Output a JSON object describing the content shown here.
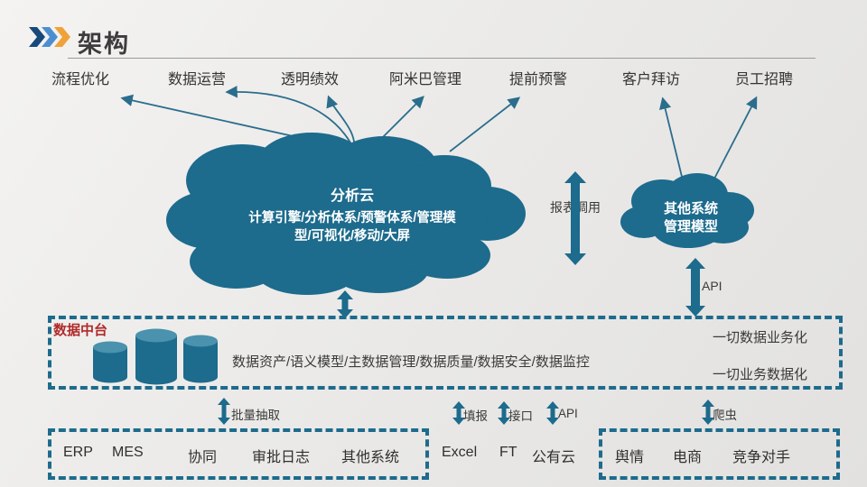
{
  "header": {
    "title": "架构"
  },
  "top_labels": [
    "流程优化",
    "数据运营",
    "透明绩效",
    "阿米巴管理",
    "提前预警",
    "客户拜访",
    "员工招聘"
  ],
  "clouds": {
    "analysis": {
      "title": "分析云",
      "desc_line1": "计算引擎/分析体系/预警体系/管理模",
      "desc_line2": "型/可视化/移动/大屏"
    },
    "other": {
      "line1": "其他系统",
      "line2": "管理模型"
    }
  },
  "connections": {
    "report_call": "报表调用",
    "api_main": "API"
  },
  "data_platform": {
    "title": "数据中台",
    "description": "数据资产/语义模型/主数据管理/数据质量/数据安全/数据监控",
    "slogan1": "一切数据业务化",
    "slogan2": "一切业务数据化"
  },
  "ingest_labels": {
    "batch": "批量抽取",
    "fill": "填报",
    "interface": "接口",
    "api": "API",
    "crawler": "爬虫"
  },
  "sources": {
    "internal": [
      "ERP",
      "MES",
      "协同",
      "审批日志",
      "其他系统"
    ],
    "files": [
      "Excel",
      "FT",
      "公有云"
    ],
    "external": [
      "舆情",
      "电商",
      "竞争对手"
    ]
  },
  "colors": {
    "cloud_teal": "#1d6b8d",
    "arrow_teal": "#2a6d8c",
    "chevron_navy": "#17497a",
    "chevron_blue": "#4c8fd0",
    "chevron_orange": "#f0a23a",
    "platform_title_red": "#b02a2a"
  }
}
